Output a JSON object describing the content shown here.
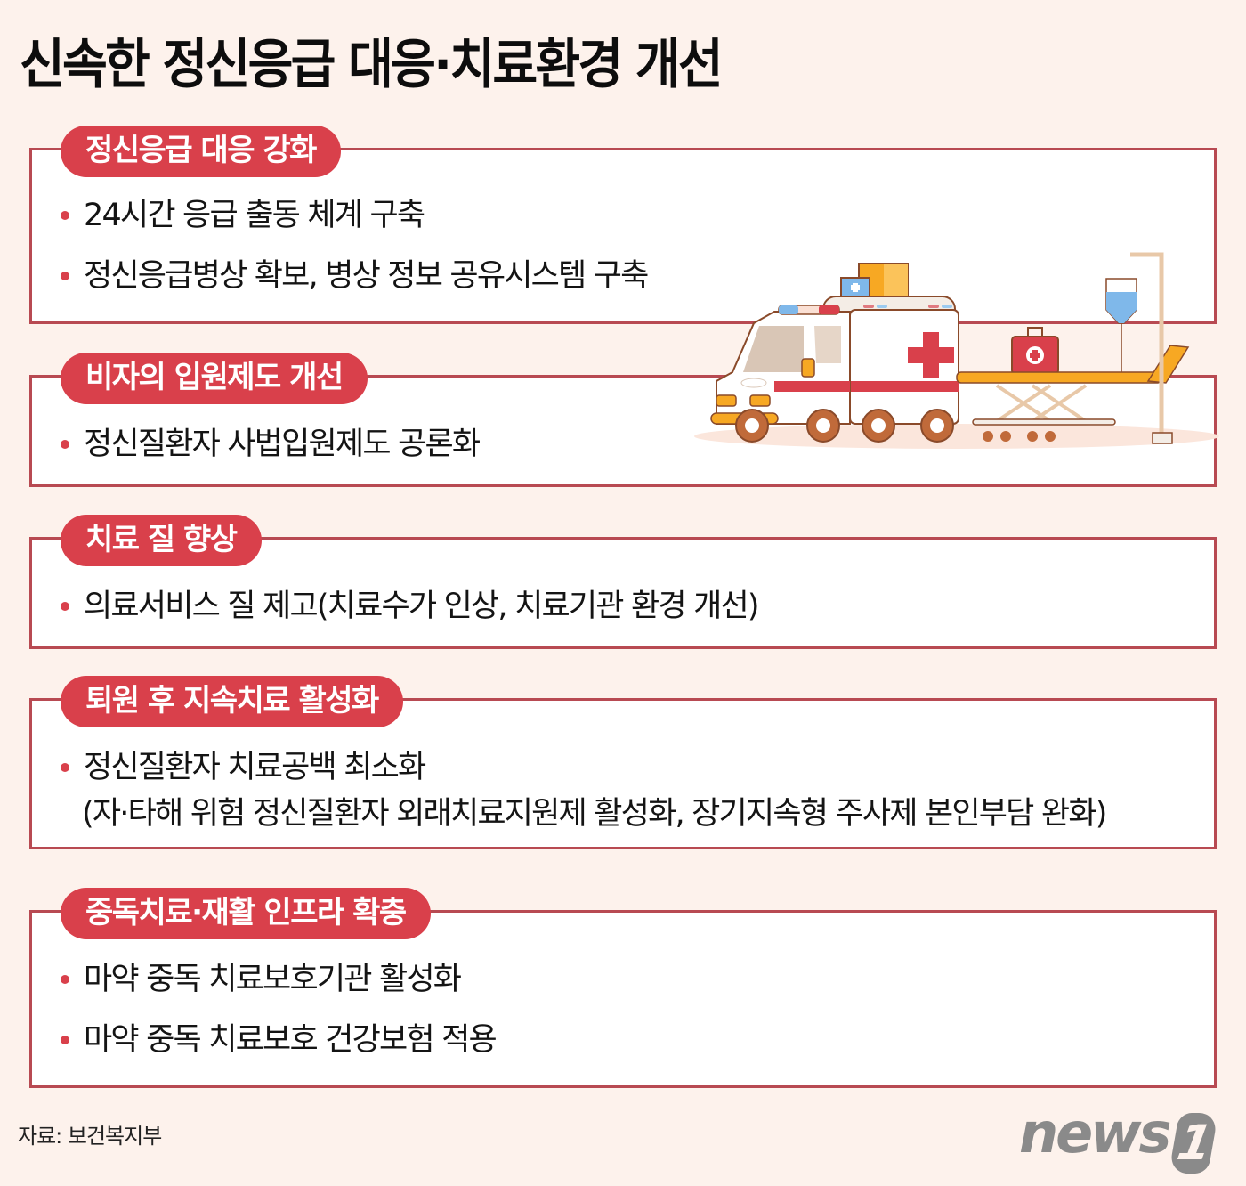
{
  "title": "신속한 정신응급 대응·치료환경 개선",
  "colors": {
    "background": "#fdf2ec",
    "accent": "#d9404b",
    "border": "#b84a52",
    "box_fill": "#ffffff",
    "logo": "#8a8a8a"
  },
  "sections": [
    {
      "label": "정신응급 대응 강화",
      "items": [
        "24시간 응급 출동 체계 구축",
        "정신응급병상 확보, 병상 정보 공유시스템 구축"
      ]
    },
    {
      "label": "비자의 입원제도 개선",
      "items": [
        "정신질환자 사법입원제도 공론화"
      ]
    },
    {
      "label": "치료 질 향상",
      "items": [
        "의료서비스 질 제고(치료수가 인상, 치료기관 환경 개선)"
      ]
    },
    {
      "label": "퇴원 후 지속치료 활성화",
      "items": [
        "정신질환자 치료공백 최소화"
      ],
      "item_subline": "(자·타해 위험 정신질환자 외래치료지원제 활성화, 장기지속형 주사제 본인부담 완화)"
    },
    {
      "label": "중독치료·재활 인프라 확충",
      "items": [
        "마약 중독 치료보호기관 활성화",
        "마약 중독 치료보호 건강보험 적용"
      ]
    }
  ],
  "illustration": {
    "icons": [
      "ambulance-icon",
      "red-cross-icon",
      "medicine-box-icon",
      "first-aid-kit-icon",
      "iv-drip-icon",
      "stretcher-icon"
    ]
  },
  "footer": {
    "source": "자료: 보건복지부",
    "logo_text": "news",
    "logo_number": "1"
  }
}
